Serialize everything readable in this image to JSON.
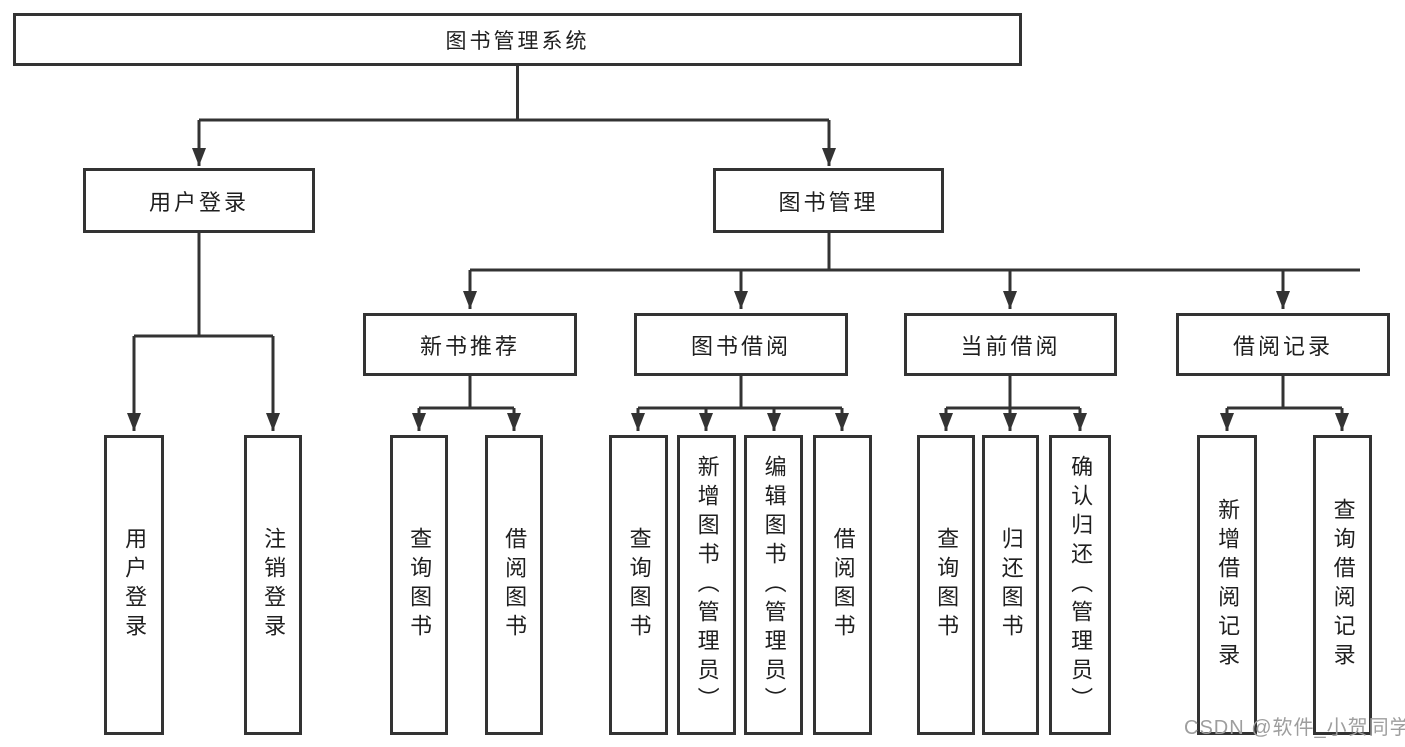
{
  "diagram": {
    "title": "图书管理系统",
    "root": {
      "label": "图书管理系统"
    },
    "branches": [
      {
        "label": "用户登录",
        "children": [
          {
            "label": "用户登录"
          },
          {
            "label": "注销登录"
          }
        ]
      },
      {
        "label": "图书管理",
        "children": [
          {
            "label": "新书推荐",
            "children": [
              {
                "label": "查询图书"
              },
              {
                "label": "借阅图书"
              }
            ]
          },
          {
            "label": "图书借阅",
            "children": [
              {
                "label": "查询图书"
              },
              {
                "label": "新增图书（管理员）"
              },
              {
                "label": "编辑图书（管理员）"
              },
              {
                "label": "借阅图书"
              }
            ]
          },
          {
            "label": "当前借阅",
            "children": [
              {
                "label": "查询图书"
              },
              {
                "label": "归还图书"
              },
              {
                "label": "确认归还（管理员）"
              }
            ]
          },
          {
            "label": "借阅记录",
            "children": [
              {
                "label": "新增借阅记录"
              },
              {
                "label": "查询借阅记录"
              }
            ]
          }
        ]
      }
    ]
  },
  "watermark": "CSDN @软件_小贺同学",
  "colors": {
    "line": "#333333",
    "box_border": "#333333",
    "text": "#1f1f1f",
    "watermark": "#9e9e9e",
    "background": "#ffffff"
  }
}
